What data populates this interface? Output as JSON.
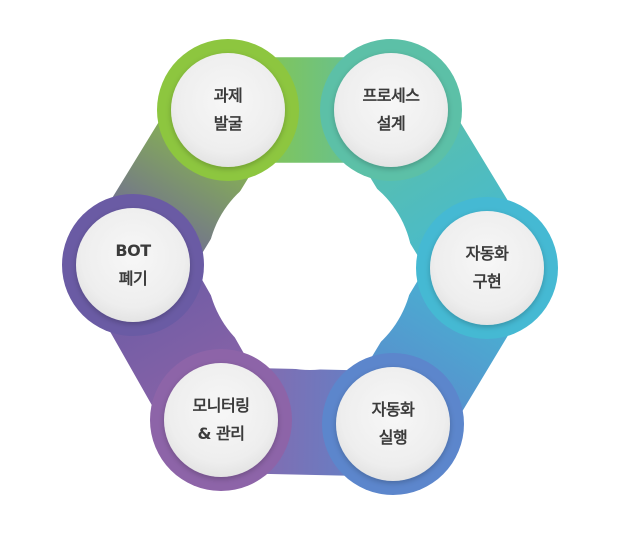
{
  "diagram": {
    "nodes": [
      {
        "id": "discovery",
        "lines": [
          "과제",
          "발굴"
        ],
        "color": "#8DC63F"
      },
      {
        "id": "design",
        "lines": [
          "프로세스",
          "설계"
        ],
        "color": "#5CC0A7"
      },
      {
        "id": "implementation",
        "lines": [
          "자동화",
          "구현"
        ],
        "color": "#45B9D3"
      },
      {
        "id": "execution",
        "lines": [
          "자동화",
          "실행"
        ],
        "color": "#5C86CC"
      },
      {
        "id": "monitoring",
        "lines": [
          "모니터링",
          "& 관리"
        ],
        "color": "#8D64A8"
      },
      {
        "id": "retirement",
        "lines": [
          "BOT",
          "폐기"
        ],
        "color": "#6A5BA4"
      }
    ]
  }
}
